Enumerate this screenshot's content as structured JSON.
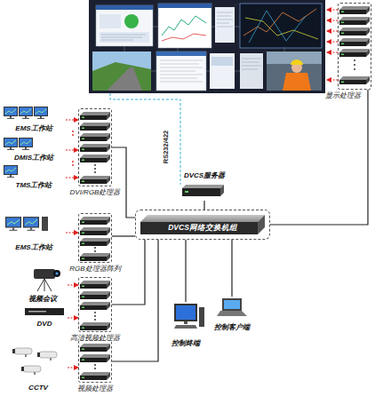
{
  "diagram": {
    "nodes": [
      {
        "text": [
          "显示处理器"
        ]
      },
      {
        "text": [
          "EMS工作站"
        ]
      },
      {
        "text": [
          "DMIS工作站"
        ]
      },
      {
        "text": [
          "TMS工作站"
        ]
      },
      {
        "text": [
          "DVI/RGB处理器"
        ]
      },
      {
        "text": [
          "DVCS服务器"
        ]
      },
      {
        "text": [
          "DVCS网络交换机组"
        ]
      },
      {
        "text": [
          "EMS工作站"
        ]
      },
      {
        "text": [
          "RGB处理器阵列"
        ]
      },
      {
        "text": [
          "视频会议"
        ]
      },
      {
        "text": [
          "DVD"
        ]
      },
      {
        "text": [
          "高清视频处理器"
        ]
      },
      {
        "text": [
          "控制终端"
        ]
      },
      {
        "text": [
          "控制客户端"
        ]
      },
      {
        "text": [
          "CCTV"
        ]
      },
      {
        "text": [
          "视频处理器"
        ]
      }
    ],
    "edges": [
      {
        "from": 1,
        "to": 4,
        "arrow": "to"
      },
      {
        "from": 2,
        "to": 4,
        "arrow": "to"
      },
      {
        "from": 3,
        "to": 4,
        "arrow": "to"
      },
      {
        "from": 7,
        "to": 8,
        "arrow": "to"
      },
      {
        "from": 9,
        "to": 11,
        "arrow": "to"
      },
      {
        "from": 10,
        "to": 11,
        "arrow": "to"
      },
      {
        "from": 14,
        "to": 15,
        "arrow": "to"
      },
      {
        "from": 4,
        "to": 6,
        "arrow": "none"
      },
      {
        "from": 8,
        "to": 6,
        "arrow": "none"
      },
      {
        "from": 11,
        "to": 6,
        "arrow": "none"
      },
      {
        "from": 15,
        "to": 6,
        "arrow": "none"
      },
      {
        "from": 5,
        "to": 6,
        "arrow": "none"
      },
      {
        "from": 6,
        "to": 0,
        "arrow": "none"
      },
      {
        "from": 6,
        "to": 12,
        "arrow": "none"
      },
      {
        "from": 6,
        "to": 13,
        "arrow": "none"
      }
    ],
    "labels": [
      "RS232/422"
    ]
  }
}
